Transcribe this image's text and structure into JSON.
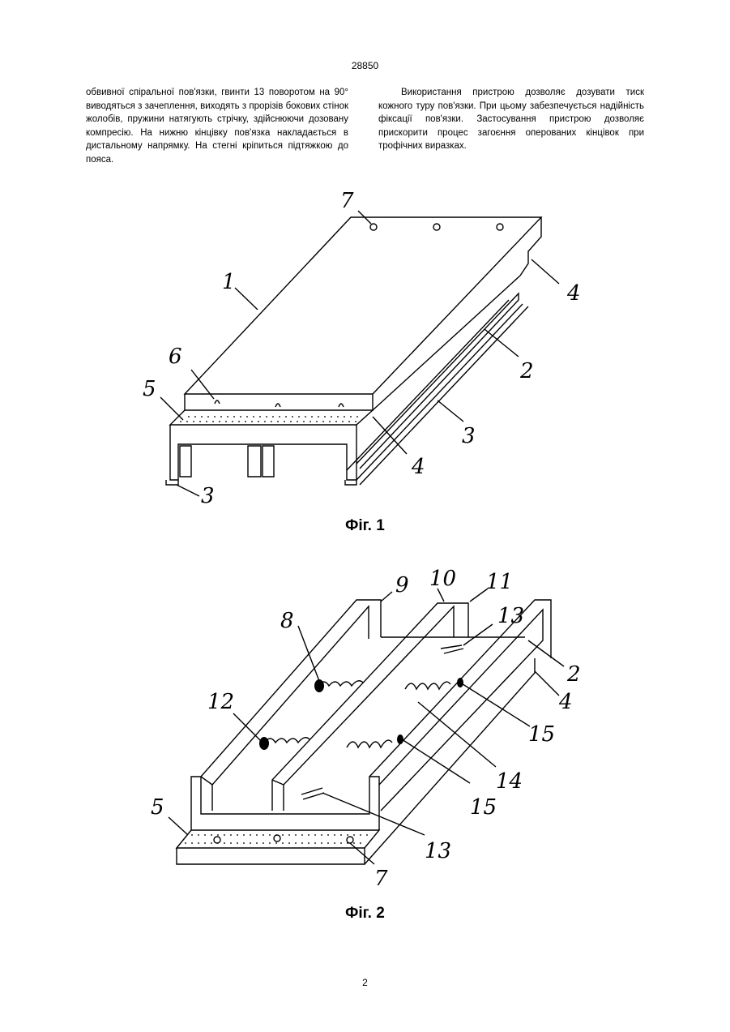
{
  "header": {
    "patent_number": "28850"
  },
  "text": {
    "left_column": "обвивної спіральної пов'язки, гвинти 13 поворотом на 90° виводяться з зачеплення, виходять з прорізів бокових стінок жолобів, пружини натягують стрічку, здійснюючи дозовану компресію. На нижню кінцівку пов'язка накладається в дистальному напрямку. На стегні кріпиться підтяжкою до пояса.",
    "right_column": "Використання пристрою дозволяє дозувати тиск кожного туру пов'язки. При цьому забезпечується надійність фіксації пов'язки. Застосування пристрою дозволяє прискорити процес загоєння оперованих кінцівок при трофічних виразках."
  },
  "figure1": {
    "caption": "Фіг. 1",
    "labels": {
      "l7": "7",
      "l1": "1",
      "l4a": "4",
      "l2": "2",
      "l3a": "3",
      "l6": "6",
      "l5": "5",
      "l4b": "4",
      "l3b": "3"
    }
  },
  "figure2": {
    "caption": "Фіг. 2",
    "labels": {
      "l9": "9",
      "l10": "10",
      "l11": "11",
      "l8": "8",
      "l13a": "13",
      "l2": "2",
      "l4": "4",
      "l12": "12",
      "l15a": "15",
      "l14": "14",
      "l15b": "15",
      "l5": "5",
      "l13b": "13",
      "l7": "7"
    }
  },
  "footer": {
    "page_number": "2"
  }
}
